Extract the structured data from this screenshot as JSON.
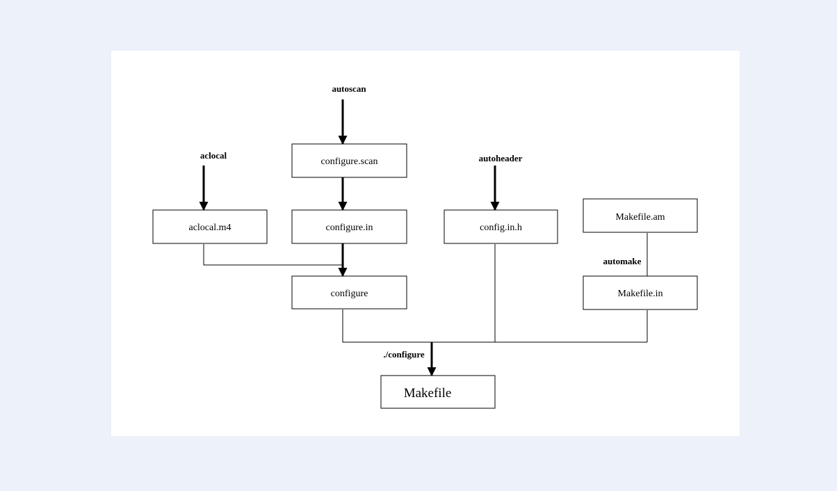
{
  "tools": {
    "autoscan": "autoscan",
    "aclocal": "aclocal",
    "autoheader": "autoheader",
    "automake": "automake",
    "configure": "./configure"
  },
  "files": {
    "configure_scan": "configure.scan",
    "aclocal_m4": "aclocal.m4",
    "configure_in": "configure.in",
    "config_in_h": "config.in.h",
    "makefile_am": "Makefile.am",
    "configure": "configure",
    "makefile_in": "Makefile.in",
    "makefile": "Makefile"
  },
  "colors": {
    "page_background": "#edf1f9",
    "canvas_background": "#ffffff",
    "stroke": "#000000"
  }
}
